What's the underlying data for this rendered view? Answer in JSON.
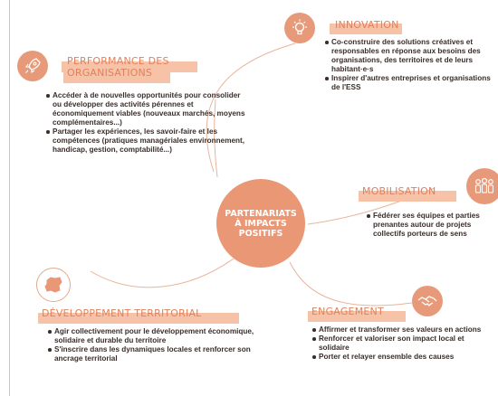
{
  "center": {
    "label": "PARTENARIATS\nÀ IMPACTS\nPOSITIFS"
  },
  "sections": {
    "innovation": {
      "title": "INNOVATION",
      "bullets": [
        "Co-construire des solutions créatives et responsables en réponse aux besoins des organisations, des territoires et de leurs habitant·e·s",
        "Inspirer d'autres entreprises et organisations de l'ESS"
      ]
    },
    "performance": {
      "title_line1": "PERFORMANCE DES",
      "title_line2": "ORGANISATIONS",
      "bullets": [
        "Accéder à de nouvelles opportunités pour consolider ou développer des activités pérennes et économiquement viables (nouveaux marchés, moyens complémentaires...)",
        "Partager les expériences, les savoir-faire et les compétences (pratiques managériales environnement, handicap, gestion, comptabilité...)"
      ]
    },
    "mobilisation": {
      "title": "MOBILISATION",
      "bullets": [
        "Fédérer ses équipes et parties prenantes autour de projets collectifs porteurs de sens"
      ]
    },
    "territorial": {
      "title": "DÉVELOPPEMENT TERRITORIAL",
      "bullets": [
        "Agir collectivement pour le développement économique, solidaire et durable du territoire",
        "S'inscrire dans les dynamiques locales et renforcer son ancrage territorial"
      ]
    },
    "engagement": {
      "title": "ENGAGEMENT",
      "bullets": [
        "Affirmer et transformer ses valeurs en actions",
        "Renforcer et valoriser son impact local et solidaire",
        "Porter et relayer ensemble des causes"
      ]
    }
  },
  "icons": {
    "innovation": "lightbulb-icon",
    "performance": "rocket-icon",
    "mobilisation": "team-icon",
    "territorial": "territory-map-icon",
    "engagement": "handshake-icon"
  },
  "colors": {
    "accent": "#e99774",
    "title_text": "#e0805a",
    "title_band": "#f6c3a9",
    "arc": "#e8b49c",
    "body_text": "#3a2e2a"
  }
}
